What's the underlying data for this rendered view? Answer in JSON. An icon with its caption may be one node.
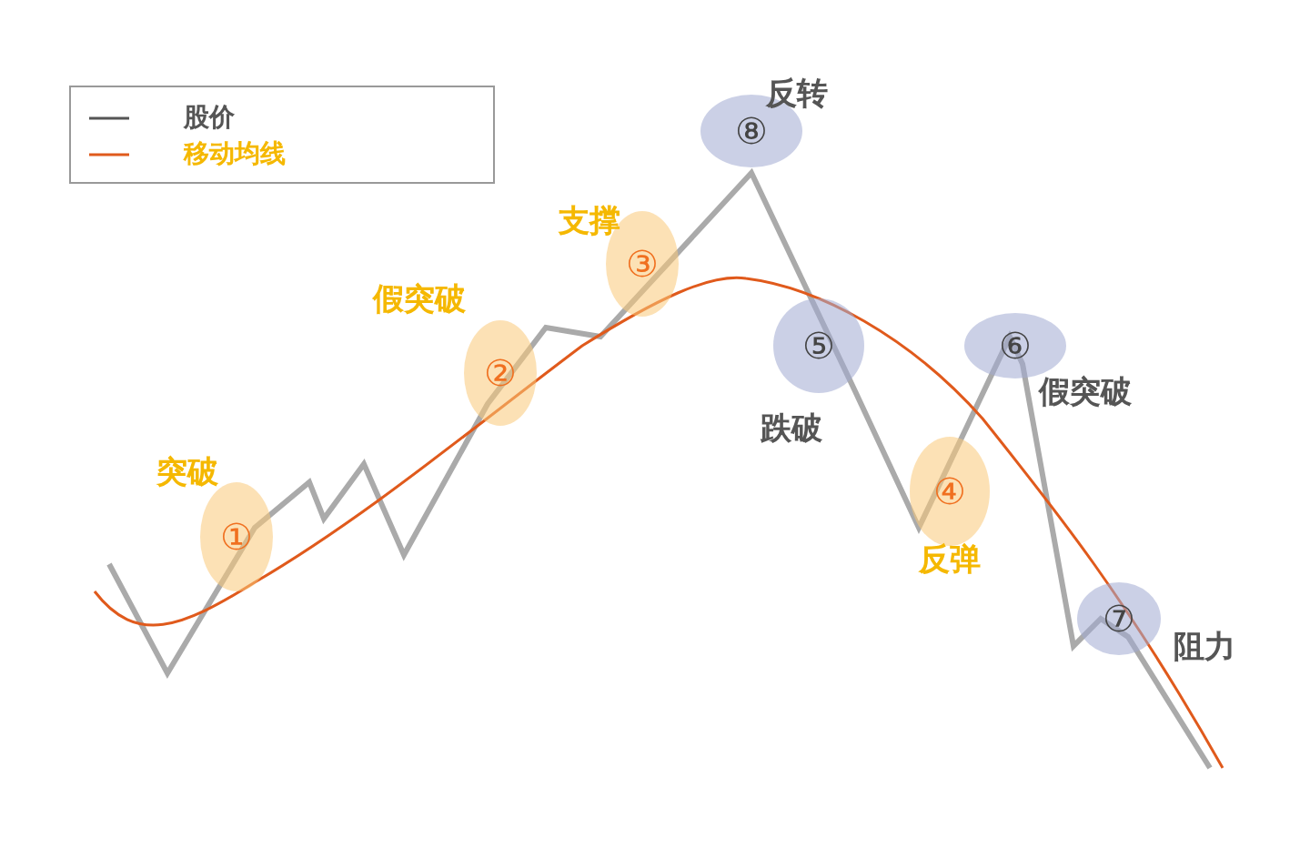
{
  "diagram": {
    "nodes": [
      {
        "text": [
          "①"
        ],
        "beside": [
          "突破"
        ]
      },
      {
        "text": [
          "②"
        ],
        "beside": [
          "假突破"
        ]
      },
      {
        "text": [
          "③"
        ],
        "beside": [
          "支撑"
        ]
      },
      {
        "text": [
          "⑧"
        ],
        "beside": [
          "反转"
        ]
      },
      {
        "text": [
          "⑤"
        ],
        "beside": [
          "跌破"
        ]
      },
      {
        "text": [
          "④"
        ],
        "beside": [
          "反弹"
        ]
      },
      {
        "text": [
          "⑥"
        ],
        "beside": [
          "假突破"
        ]
      },
      {
        "text": [
          "⑦"
        ],
        "beside": [
          "阻力"
        ]
      }
    ],
    "legend": [
      {
        "text": "股价"
      },
      {
        "text": "移动均线"
      }
    ]
  }
}
